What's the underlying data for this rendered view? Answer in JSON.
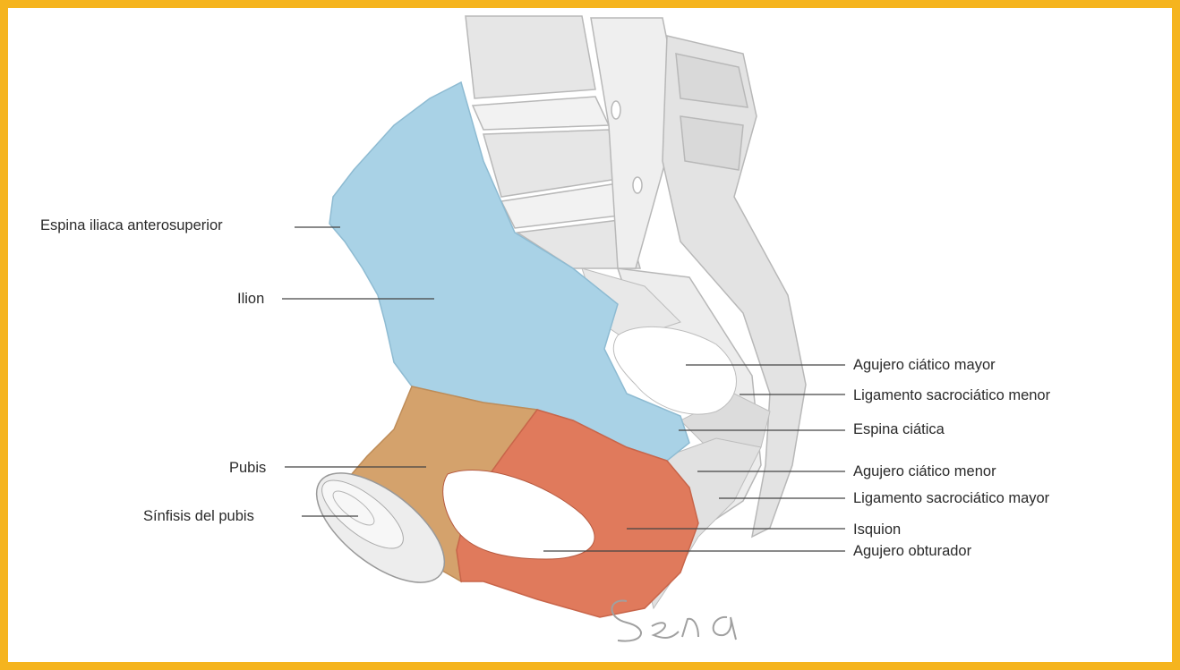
{
  "frame_color": "#F5B41E",
  "colors": {
    "ilion": "#A9D2E6",
    "pubis": "#D4A26C",
    "isquion": "#E07A5C",
    "bone_gray": "#E4E4E4",
    "line": "#444444"
  },
  "labels_left": {
    "espina_iliaca": "Espina iliaca anterosuperior",
    "ilion": "Ilion",
    "pubis": "Pubis",
    "sinfisis": "Sínfisis del pubis"
  },
  "labels_right": {
    "agujero_ciatico_mayor": "Agujero ciático mayor",
    "ligamento_sacrociatico_menor": "Ligamento sacrociático menor",
    "espina_ciatica": "Espina ciática",
    "agujero_ciatico_menor": "Agujero ciático menor",
    "ligamento_sacrociatico_mayor": "Ligamento sacrociático mayor",
    "isquion": "Isquion",
    "agujero_obturador": "Agujero obturador"
  },
  "signature": "Sena"
}
